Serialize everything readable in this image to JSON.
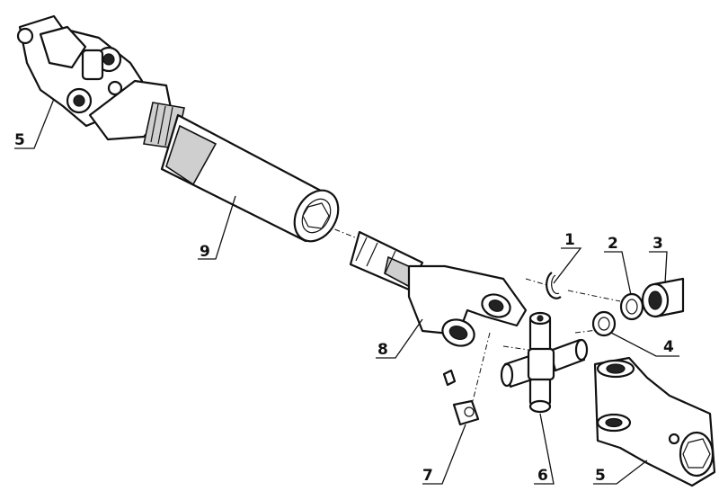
{
  "diagram": {
    "callouts": [
      {
        "id": "c5a",
        "text": "5"
      },
      {
        "id": "c9",
        "text": "9"
      },
      {
        "id": "c1",
        "text": "1"
      },
      {
        "id": "c2",
        "text": "2"
      },
      {
        "id": "c3",
        "text": "3"
      },
      {
        "id": "c4",
        "text": "4"
      },
      {
        "id": "c8",
        "text": "8"
      },
      {
        "id": "c7",
        "text": "7"
      },
      {
        "id": "c6",
        "text": "6"
      },
      {
        "id": "c5b",
        "text": "5"
      }
    ]
  },
  "colors": {
    "line": "#111111",
    "background": "#ffffff",
    "shade": "#cfcfcf"
  }
}
